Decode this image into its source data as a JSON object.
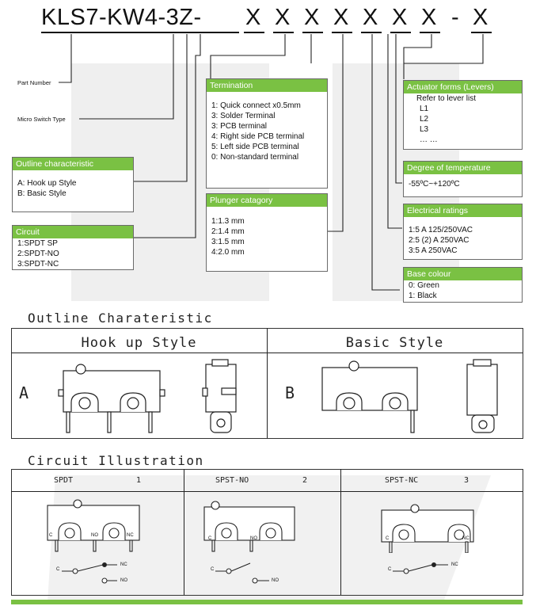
{
  "part_code": {
    "prefix": "KLS7-KW4-3Z-",
    "slots": [
      "X",
      "X",
      "X",
      "X",
      "X",
      "X",
      "X"
    ],
    "dash": "-",
    "last": "X"
  },
  "labels": {
    "part_number": "Part Number",
    "micro_switch_type": "Micro Switch Type"
  },
  "termination": {
    "title": "Termination",
    "items": [
      "1: Quick connect x0.5mm",
      "3: Solder Terminal",
      "3: PCB terminal",
      "4: Right side PCB terminal",
      "5: Left side PCB terminal",
      "0: Non-standard terminal"
    ]
  },
  "plunger": {
    "title": "Plunger catagory",
    "items": [
      "1:1.3 mm",
      "2:1.4 mm",
      "3:1.5 mm",
      "4:2.0 mm"
    ]
  },
  "actuator": {
    "title": "Actuator forms (Levers)",
    "items": [
      "Refer to lever list",
      "L1",
      "L2",
      "L3",
      "… …"
    ]
  },
  "temperature": {
    "title": "Degree of temperature",
    "value": "-55ºC~+120ºC"
  },
  "electrical": {
    "title": "Electrical ratings",
    "items": [
      "1:5 A 125/250VAC",
      "2:5 (2) A 250VAC",
      "3:5 A 250VAC"
    ]
  },
  "base_colour": {
    "title": "Base colour",
    "items": [
      "0: Green",
      "1: Black"
    ]
  },
  "outline_char": {
    "title": "Outline characteristic",
    "items": [
      "A: Hook up Style",
      "B: Basic Style"
    ]
  },
  "circuit": {
    "title": "Circuit",
    "items": [
      "1:SPDT SP",
      "2:SPDT-NO",
      "3:SPDT-NC"
    ]
  },
  "outline_section": {
    "title": "Outline Charateristic",
    "hook_title": "Hook up Style",
    "basic_title": "Basic Style",
    "letter_a": "A",
    "letter_b": "B"
  },
  "circuit_section": {
    "title": "Circuit Illustration",
    "cols": [
      {
        "name": "SPDT",
        "num": "1"
      },
      {
        "name": "SPST-NO",
        "num": "2"
      },
      {
        "name": "SPST-NC",
        "num": "3"
      }
    ],
    "pin_c": "C",
    "pin_no": "NO",
    "pin_nc": "NC"
  },
  "colors": {
    "accent_green": "#7ac143",
    "watermark": "#ececec"
  }
}
